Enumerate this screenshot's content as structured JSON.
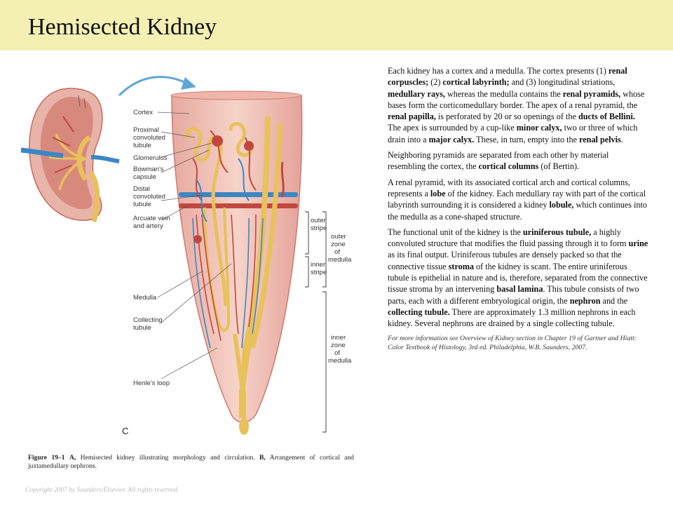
{
  "title": "Hemisected Kidney",
  "figure": {
    "labels": {
      "cortex": "Cortex",
      "pct1": "Proximal",
      "pct2": "convoluted",
      "pct3": "tubule",
      "glom": "Glomerulus",
      "bow1": "Bowman's",
      "bow2": "capsule",
      "dct1": "Distal",
      "dct2": "convoluted",
      "dct3": "tubule",
      "arc1": "Arcuate vein",
      "arc2": "and artery",
      "medulla": "Medulla",
      "col1": "Collecting",
      "col2": "tubule",
      "henle": "Henle's loop",
      "os1": "outer",
      "os2": "stripe",
      "oz1": "outer",
      "oz2": "zone",
      "oz3": "of",
      "oz4": "medulla",
      "is1": "inner",
      "is2": "stripe",
      "iz1": "inner",
      "iz2": "zone",
      "iz3": "of",
      "iz4": "medulla",
      "letter": "C"
    },
    "caption": {
      "label": "Figure 19–1",
      "a_label": "A,",
      "a_text": " Hemisected kidney illustrating morphology and circulation. ",
      "b_label": "B,",
      "b_text": " Arrangement of cortical and juxtamedullary nephrons."
    }
  },
  "text": {
    "p1": [
      {
        "t": "Each kidney has a cortex and a medulla. The cortex presents (1) "
      },
      {
        "t": "renal corpuscles;",
        "b": true
      },
      {
        "t": " (2) "
      },
      {
        "t": "cortical labyrinth;",
        "b": true
      },
      {
        "t": " and (3) longitudinal striations, "
      },
      {
        "t": "medullary rays,",
        "b": true
      },
      {
        "t": " whereas the medulla contains the "
      },
      {
        "t": "renal pyramids,",
        "b": true
      },
      {
        "t": " whose bases form the corticomedullary border. The apex of a renal pyramid, the "
      },
      {
        "t": "renal papilla,",
        "b": true
      },
      {
        "t": " is perforated by 20 or so openings of the "
      },
      {
        "t": "ducts of Bellini.",
        "b": true
      },
      {
        "t": " The apex is surrounded by a cup-like "
      },
      {
        "t": "minor calyx,",
        "b": true
      },
      {
        "t": " two or three of which drain into a "
      },
      {
        "t": "major calyx.",
        "b": true
      },
      {
        "t": " These, in turn, empty into the "
      },
      {
        "t": "renal pelvis",
        "b": true
      },
      {
        "t": "."
      }
    ],
    "p2": [
      {
        "t": "Neighboring pyramids are separated from each other by material resembling the cortex, the "
      },
      {
        "t": "cortical columns",
        "b": true
      },
      {
        "t": " (of Bertin)."
      }
    ],
    "p3": [
      {
        "t": "A renal pyramid, with its associated cortical arch and cortical columns, represents a "
      },
      {
        "t": "lobe",
        "b": true
      },
      {
        "t": " of the kidney. Each medullary ray with part of the cortical labyrinth surrounding it is considered a kidney "
      },
      {
        "t": "lobule,",
        "b": true
      },
      {
        "t": " which continues into the medulla as a cone-shaped structure."
      }
    ],
    "p4": [
      {
        "t": "The functional unit of the kidney is the "
      },
      {
        "t": "uriniferous tubule,",
        "b": true
      },
      {
        "t": " a highly convoluted structure that modifies the fluid passing through it to form "
      },
      {
        "t": "urine",
        "b": true
      },
      {
        "t": " as its final output. Uriniferous tubules are densely packed so that the connective tissue "
      },
      {
        "t": "stroma",
        "b": true
      },
      {
        "t": " of the kidney is scant. The entire uriniferous tubule is epithelial in nature and is, therefore, separated from the connective tissue stroma by an intervening "
      },
      {
        "t": "basal lamina",
        "b": true
      },
      {
        "t": ". This tubule consists of two parts, each with a different embryological origin, the "
      },
      {
        "t": "nephron",
        "b": true
      },
      {
        "t": " and the "
      },
      {
        "t": "collecting tubule.",
        "b": true
      },
      {
        "t": " There are approximately 1.3 million nephrons in each kidney. Several nephrons are drained by a single collecting tubule."
      }
    ],
    "note": "For more information see Overview of Kidney section in Chapter 19 of Gartner and Hiatt: Color Textbook of Histology, 3rd ed. Philadelphia, W.B. Saunders, 2007."
  },
  "copyright": "Copyright 2007 by Saunders/Elsevier. All rights reserved."
}
